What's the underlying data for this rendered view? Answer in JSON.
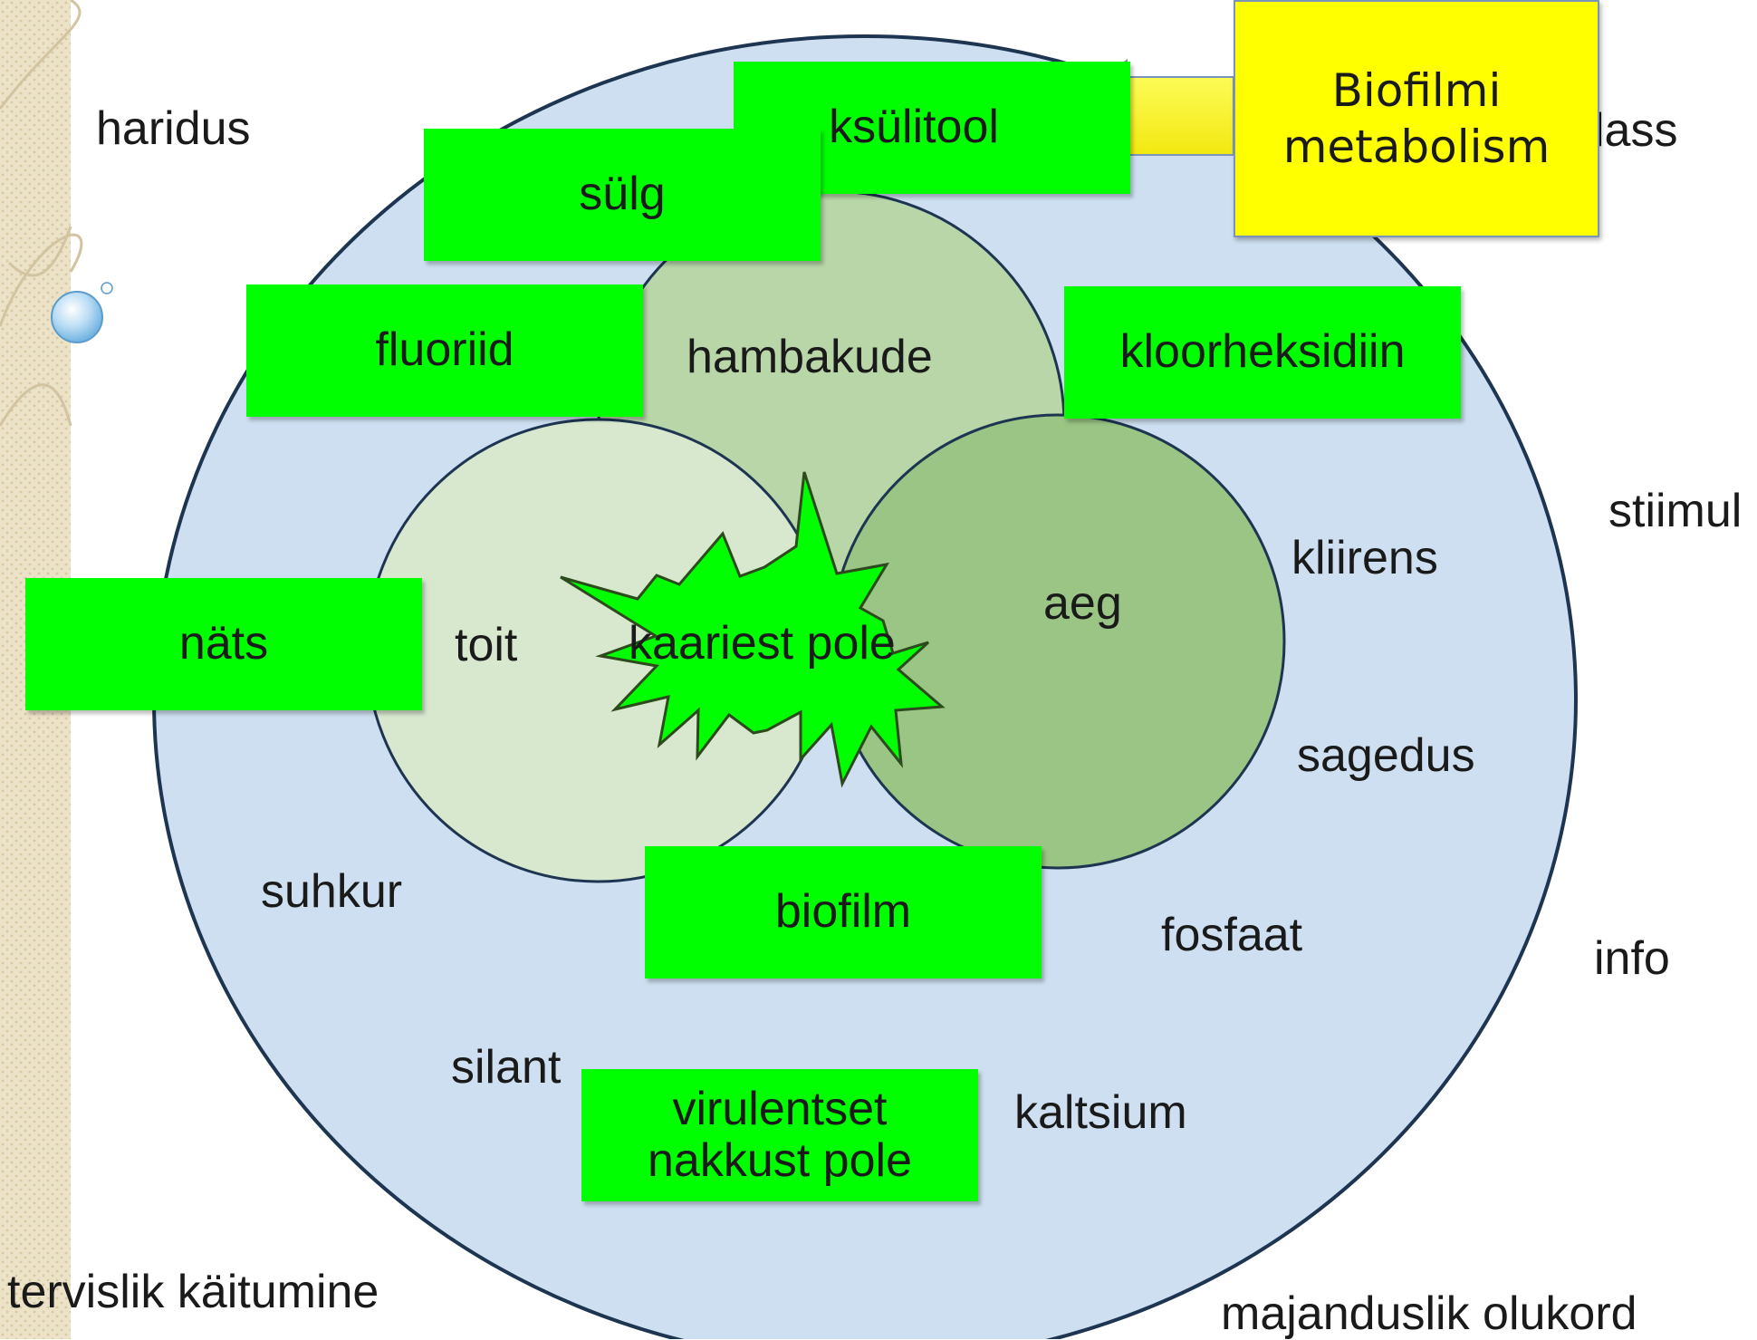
{
  "outer_labels": {
    "haridus": "haridus",
    "lass": "lass",
    "stiimul": "stiimul",
    "info": "info",
    "tervislik": "tervislik käitumine",
    "majanduslik": "majanduslik olukord"
  },
  "inner_labels": {
    "hambakude": "hambakude",
    "toit": "toit",
    "aeg": "aeg",
    "kliirens": "kliirens",
    "sagedus": "sagedus",
    "suhkur": "suhkur",
    "fosfaat": "fosfaat",
    "silant": "silant",
    "kaltsium": "kaltsium"
  },
  "center_label": "kaariest pole",
  "green_boxes": {
    "ksulitool": "ksülitool",
    "sulg": "sülg",
    "fluoriid": "fluoriid",
    "kloorheksidiin": "kloorheksidiin",
    "nats": "näts",
    "biofilm": "biofilm",
    "virulentset_line1": "virulentset",
    "virulentset_line2": "nakkust pole"
  },
  "callout": {
    "line1": "Biofilmi",
    "line2": "metabolism"
  },
  "colors": {
    "outer_circle": "#cddff0",
    "hambakude_circle": "#b8d6a8",
    "toit_circle": "#d8e8cf",
    "aeg_circle": "#9ac584",
    "green_box": "#00ff00",
    "callout": "#ffff00",
    "sidebar": "#e8dcc0"
  }
}
